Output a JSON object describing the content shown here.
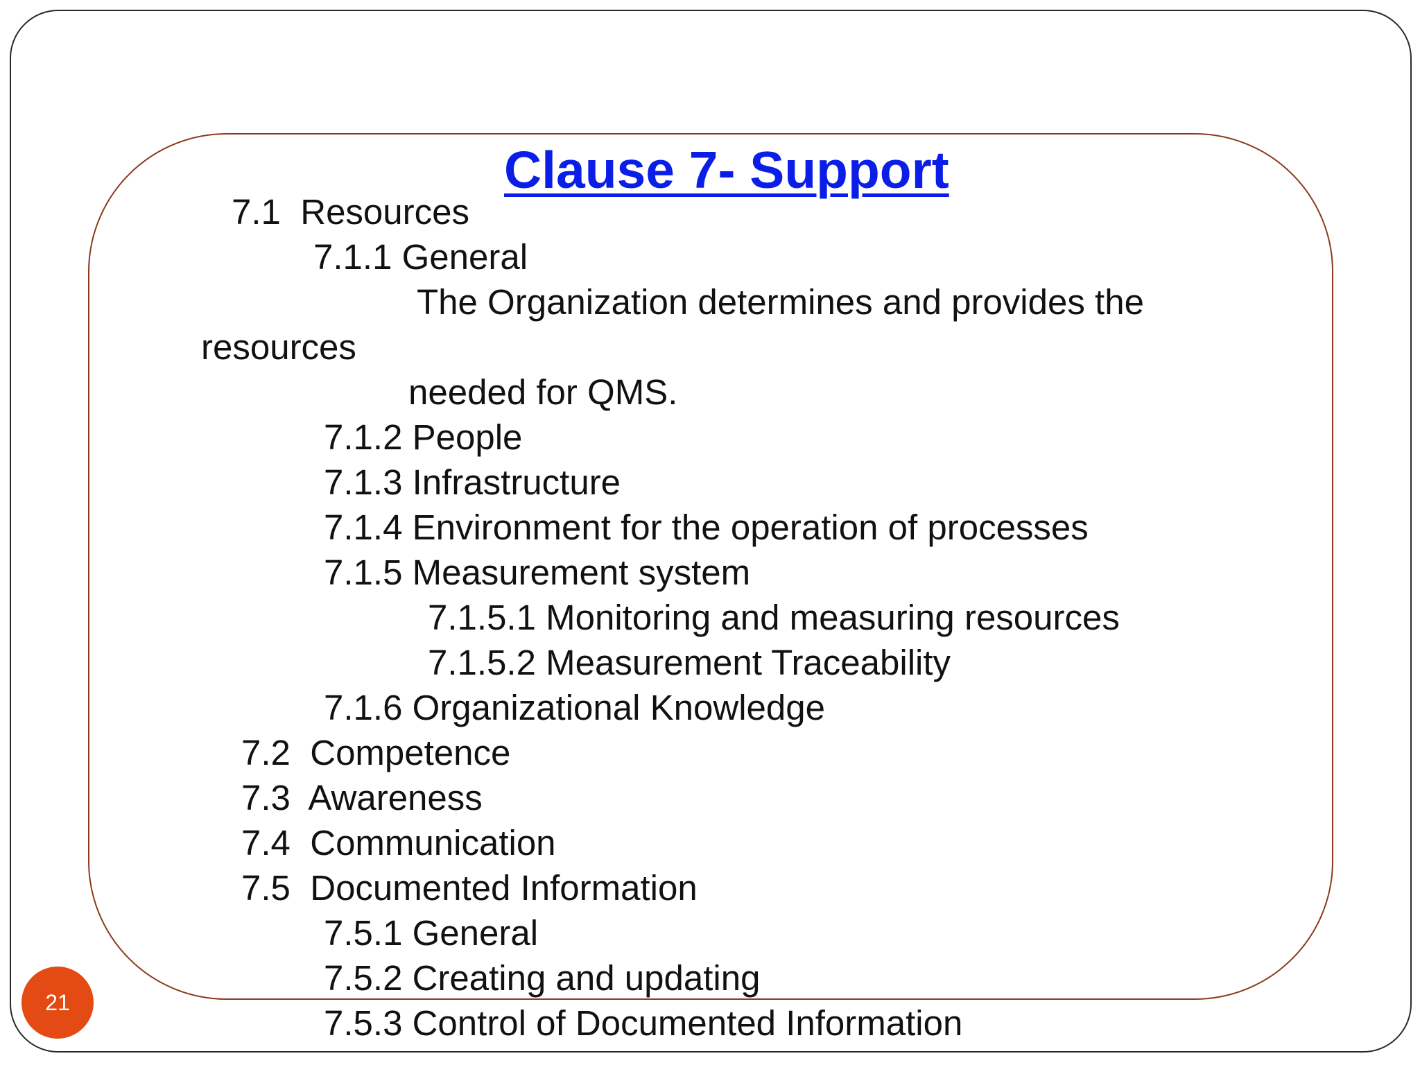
{
  "slide": {
    "title": "Clause 7- Support",
    "page_number": "21",
    "lines": [
      "7.1  Resources",
      "7.1.1 General",
      "The Organization determines and provides the",
      "resources",
      "needed for QMS.",
      "7.1.2 People",
      "7.1.3 Infrastructure",
      "7.1.4 Environment for the operation of processes",
      "7.1.5 Measurement system",
      "7.1.5.1 Monitoring and measuring resources",
      "7.1.5.2 Measurement Traceability",
      "7.1.6 Organizational Knowledge",
      "7.2  Competence",
      "7.3  Awareness",
      "7.4  Communication",
      "7.5  Documented Information",
      "7.5.1 General",
      "7.5.2 Creating and updating",
      "7.5.3 Control of Documented Information"
    ]
  },
  "colors": {
    "title": "#0b1ee8",
    "panel_border": "#8b3a1e",
    "badge": "#e34a14"
  }
}
